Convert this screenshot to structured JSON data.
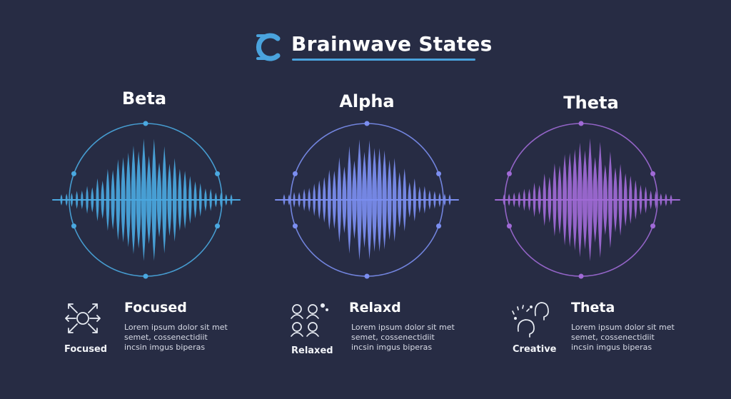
{
  "header": {
    "title": "Brainwave States",
    "logo_icon": "brain-c-logo-icon"
  },
  "colors": {
    "background": "#272c44",
    "beta": "#4aa8e0",
    "alpha": "#7b8ef0",
    "theta": "#a06ad6"
  },
  "states": [
    {
      "label": "Beta",
      "color": "#4aa8e0",
      "icon": "focus-arrows-icon",
      "icon_caption": "Focused",
      "panel_title": "Focused",
      "desc_lines": [
        "Lorem ipsum dolor sit met",
        "semet, cossenectidiit",
        "incsin imgus biperas"
      ]
    },
    {
      "label": "Alpha",
      "color": "#7b8ef0",
      "icon": "relaxed-people-icon",
      "icon_caption": "Relaxed",
      "panel_title": "Relaxd",
      "desc_lines": [
        "Lorem ipsum dolor sit met",
        "semet, cossenectidiit",
        "incsin imgus biperas"
      ]
    },
    {
      "label": "Theta",
      "color": "#a06ad6",
      "icon": "creative-heads-icon",
      "icon_caption": "Creative",
      "panel_title": "Theta",
      "desc_lines": [
        "Lorem ipsum dolor sit met",
        "semet, cossenectidiit",
        "incsin imgus biperas"
      ]
    }
  ]
}
